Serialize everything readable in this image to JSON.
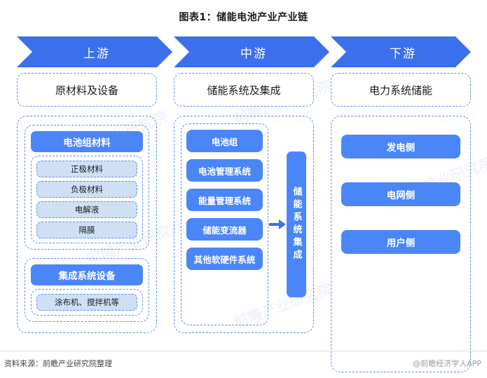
{
  "title": "图表1：储能电池产业产业链",
  "colors": {
    "banner_blue": "#3C6FEC",
    "box_blue": "#4A86F7",
    "light_blue": "#CFE0F5",
    "dash_border": "#5B8DEF"
  },
  "banner": {
    "stages": [
      {
        "label": "上游"
      },
      {
        "label": "中游"
      },
      {
        "label": "下游"
      }
    ]
  },
  "columns": {
    "upstream": {
      "header": "原材料及设备",
      "groups": [
        {
          "title": "电池组材料",
          "items": [
            "正极材料",
            "负极材料",
            "电解液",
            "隔膜"
          ]
        },
        {
          "title": "集成系统设备",
          "items": [
            "涂布机、搅拌机等"
          ]
        }
      ]
    },
    "midstream": {
      "header": "储能系统及集成",
      "items": [
        "电池组",
        "电池管理系统",
        "能量管理系统",
        "储能变流器",
        "其他软硬件系统"
      ],
      "arrow": "arrow-right-icon",
      "integration_box": "储能系统集成"
    },
    "downstream": {
      "header": "电力系统储能",
      "items": [
        "发电侧",
        "电网侧",
        "用户侧"
      ]
    }
  },
  "footer": {
    "source": "资料来源：前瞻产业研究院整理",
    "watermark": "@前瞻经济学人APP"
  },
  "background_watermarks": [
    "前瞻产业研究院",
    "前瞻产业研究院",
    "前瞻产业研究院",
    "前瞻产业研究院",
    "前瞻产业研究院"
  ]
}
